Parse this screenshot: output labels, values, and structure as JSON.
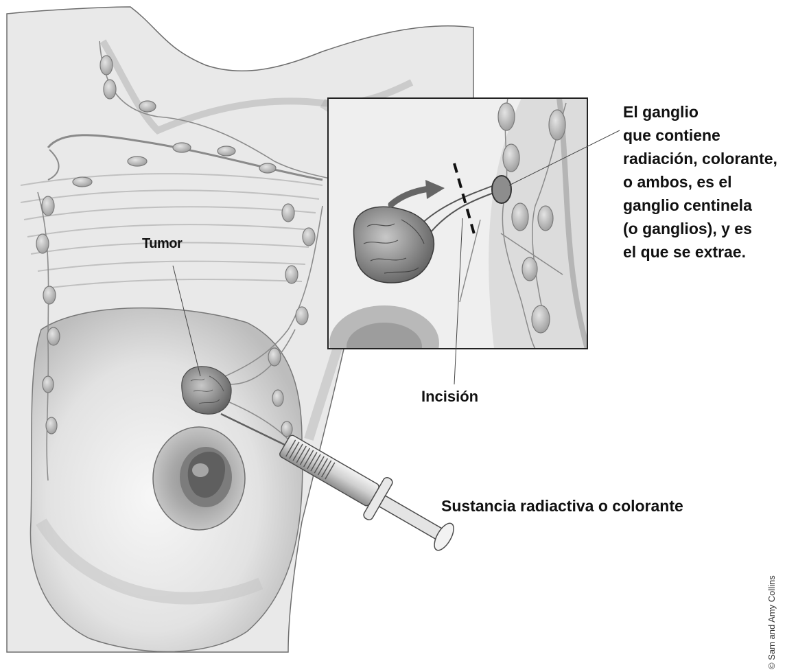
{
  "labels": {
    "tumor": "Tumor",
    "sentinel_node": [
      "El ganglio",
      "que contiene",
      "radiación, colorante,",
      "o ambos, es el",
      "ganglio centinela",
      "(o ganglios), y es",
      "el que se extrae."
    ],
    "incision": "Incisión",
    "injected_substance": "Sustancia radiactiva o colorante"
  },
  "credit": "© Sam and Amy Collins",
  "colors": {
    "skin_light": "#efefef",
    "skin_mid": "#d8d8d8",
    "skin_dark": "#9a9a9a",
    "outline": "#555555",
    "text": "#111111"
  }
}
